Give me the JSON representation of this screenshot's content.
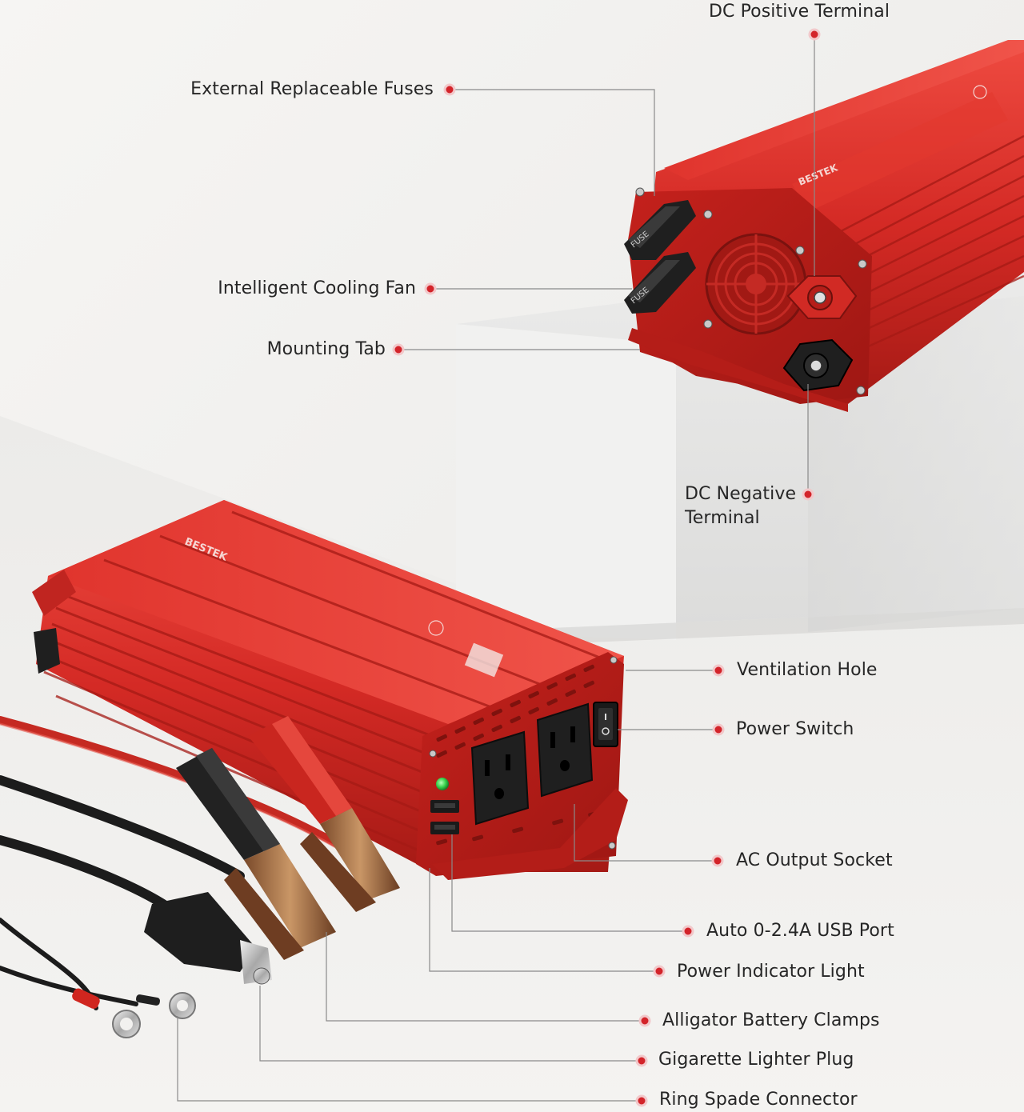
{
  "colors": {
    "background": "#f2f1ef",
    "pedestal_top": "#f7f7f6",
    "pedestal_face": "#e4e4e3",
    "inverter_red": "#d42a25",
    "inverter_dark_red": "#9e1713",
    "inverter_highlight": "#ef5a4f",
    "socket_black": "#1f1f1f",
    "callout_dot": "#d3242a",
    "callout_line": "#8a8a8a",
    "label_text": "#262626",
    "indicator_green": "#35d14a"
  },
  "product_marks": {
    "brand_rear": "BESTEK",
    "brand_front": "BESTEK",
    "fuse_mark_1": "FUSE",
    "fuse_mark_2": "FUSE"
  },
  "icons": {
    "dot": "callout-dot-icon",
    "fan": "fan-icon",
    "switch": "rocker-switch-icon",
    "usb": "usb-port-icon",
    "socket": "ac-socket-icon",
    "indicator": "indicator-light-icon"
  },
  "callouts": {
    "dc_positive_terminal": "DC Positive Terminal",
    "external_replaceable_fuses": "External Replaceable Fuses",
    "intelligent_cooling_fan": "Intelligent Cooling Fan",
    "mounting_tab": "Mounting Tab",
    "dc_negative_terminal_line1": "DC Negative",
    "dc_negative_terminal_line2": "Terminal",
    "ventilation_hole": "Ventilation Hole",
    "power_switch": "Power Switch",
    "ac_output_socket": "AC Output Socket",
    "usb_port": "Auto 0-2.4A USB Port",
    "power_indicator_light": "Power Indicator Light",
    "alligator_battery_clamps": "Alligator Battery Clamps",
    "gigarette_lighter_plug": "Gigarette Lighter Plug",
    "ring_spade_connector": "Ring Spade Connector"
  }
}
